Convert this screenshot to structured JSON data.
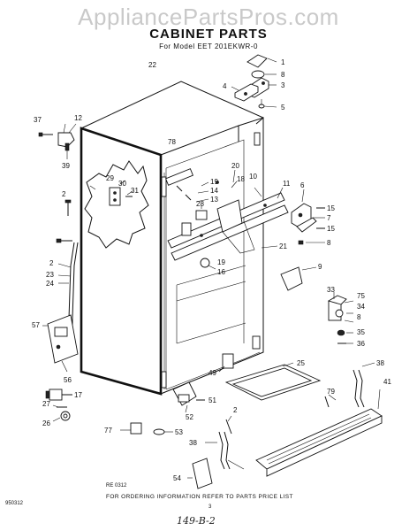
{
  "header": {
    "watermark": "AppliancePartsPros.com",
    "title": "CABINET PARTS",
    "subtitle": "For Model EET 201EKWR-0"
  },
  "callouts": {
    "c1": "1",
    "c8a": "8",
    "c3": "3",
    "c4": "4",
    "c5": "5",
    "c22": "22",
    "c37": "37",
    "c12": "12",
    "c39": "39",
    "c78": "78",
    "c29": "29",
    "c30": "30",
    "c31": "31",
    "c2a": "2",
    "c19a": "19",
    "c14": "14",
    "c13": "13",
    "c20": "20",
    "c18": "18",
    "c10": "10",
    "c11": "11",
    "c6": "6",
    "c15a": "15",
    "c7": "7",
    "c15b": "15",
    "c8b": "8",
    "c28": "28",
    "c21": "21",
    "c2b": "2",
    "c23": "23",
    "c24": "24",
    "c19b": "19",
    "c16": "16",
    "c9": "9",
    "c33": "33",
    "c75": "75",
    "c34": "34",
    "c8c": "8",
    "c35": "35",
    "c36": "36",
    "c57": "57",
    "c56": "56",
    "c49": "49",
    "c25": "25",
    "c38a": "38",
    "c17": "17",
    "c52": "52",
    "c51": "51",
    "c2c": "2",
    "c79": "79",
    "c41": "41",
    "c27": "27",
    "c26": "26",
    "c77": "77",
    "c53": "53",
    "c38b": "38",
    "c54": "54"
  },
  "footer": {
    "code_left": "RE 0312",
    "ordering_note": "FOR ORDERING INFORMATION REFER TO PARTS PRICE LIST",
    "corner_code": "950312",
    "page_mark": "3",
    "handwritten": "149-B-2"
  }
}
